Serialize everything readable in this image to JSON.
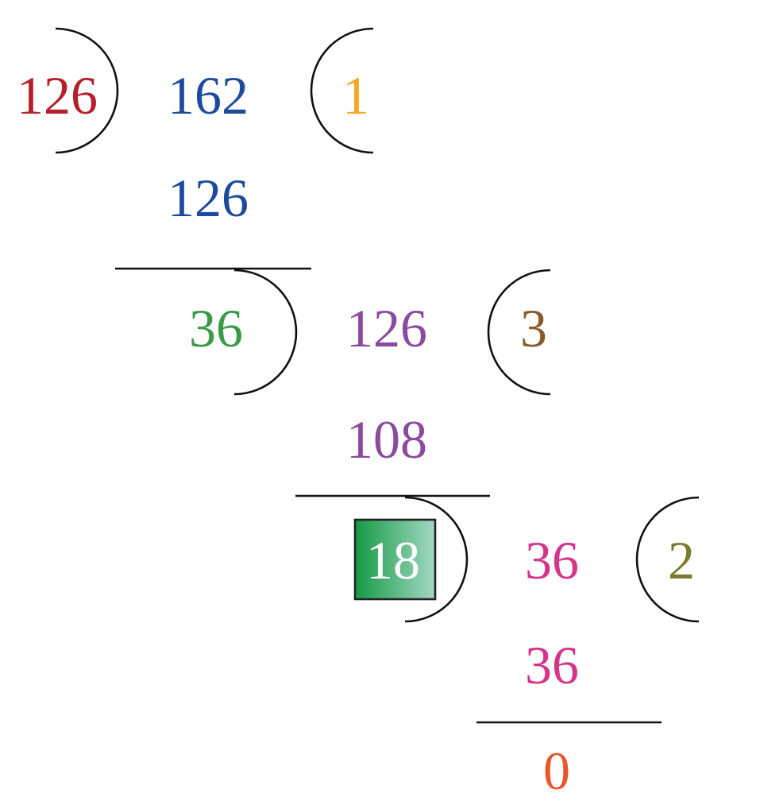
{
  "colors": {
    "divisor1": "#b5202a",
    "dividend1": "#1c4a9c",
    "quotient1": "#f5a623",
    "remainder1": "#3a9a45",
    "dividend2": "#8a4a9e",
    "quotient2": "#8b5a2b",
    "hcf_box_start": "#159a45",
    "hcf_box_end": "#a3d8c2",
    "dividend3": "#d6338a",
    "quotient3": "#7a7a30",
    "final_remainder": "#e8562a"
  },
  "step1": {
    "divisor": "126",
    "dividend": "162",
    "quotient": "1",
    "product": "126",
    "remainder": "36"
  },
  "step2": {
    "divisor": "36",
    "dividend": "126",
    "quotient": "3",
    "product": "108",
    "remainder": "18"
  },
  "step3": {
    "divisor": "18",
    "dividend": "36",
    "quotient": "2",
    "product": "36",
    "remainder": "0"
  },
  "highlight": {
    "hcf": "18"
  }
}
